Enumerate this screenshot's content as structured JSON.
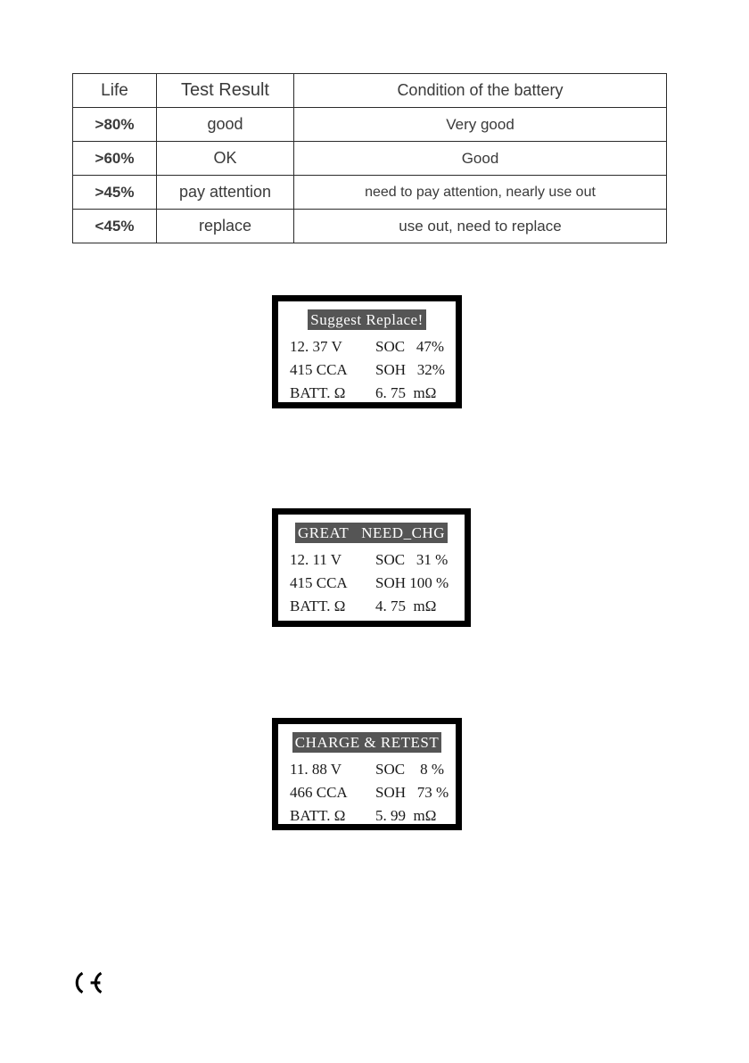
{
  "life_table": {
    "headers": [
      "Life",
      "Test Result",
      "Condition of the battery"
    ],
    "rows": [
      {
        "life": ">80%",
        "result": "good",
        "condition": "Very good"
      },
      {
        "life": ">60%",
        "result": "OK",
        "condition": "Good"
      },
      {
        "life": ">45%",
        "result": "pay attention",
        "condition": "need to pay attention,  nearly  use  out"
      },
      {
        "life": "<45%",
        "result": "replace",
        "condition": "use out, need to replace"
      }
    ]
  },
  "lcd_screens": [
    {
      "title": "Suggest Replace!",
      "rows": [
        {
          "left": "12. 37 V",
          "right": "SOC   47%"
        },
        {
          "left": "415 CCA",
          "right": "SOH   32%"
        },
        {
          "left": "BATT. Ω",
          "right": "6. 75  mΩ"
        }
      ]
    },
    {
      "title": "GREAT   NEED_CHG",
      "rows": [
        {
          "left": "12. 11 V",
          "right": "SOC   31 %"
        },
        {
          "left": "415 CCA",
          "right": "SOH 100 %"
        },
        {
          "left": "BATT. Ω",
          "right": "4. 75  mΩ"
        }
      ]
    },
    {
      "title": "CHARGE & RETEST",
      "rows": [
        {
          "left": "11. 88 V",
          "right": "SOC    8 %"
        },
        {
          "left": "466 CCA",
          "right": "SOH   73 %"
        },
        {
          "left": "BATT. Ω",
          "right": "5. 99  mΩ"
        }
      ]
    }
  ],
  "ce_mark": {
    "label": "CE"
  },
  "colors": {
    "table_border": "#2b2b2b",
    "table_text": "#3a3a3a",
    "lcd_border": "#000000",
    "lcd_highlight_bg": "#555555",
    "lcd_highlight_fg": "#ffffff",
    "lcd_text": "#1a1a1a",
    "page_bg": "#ffffff"
  }
}
